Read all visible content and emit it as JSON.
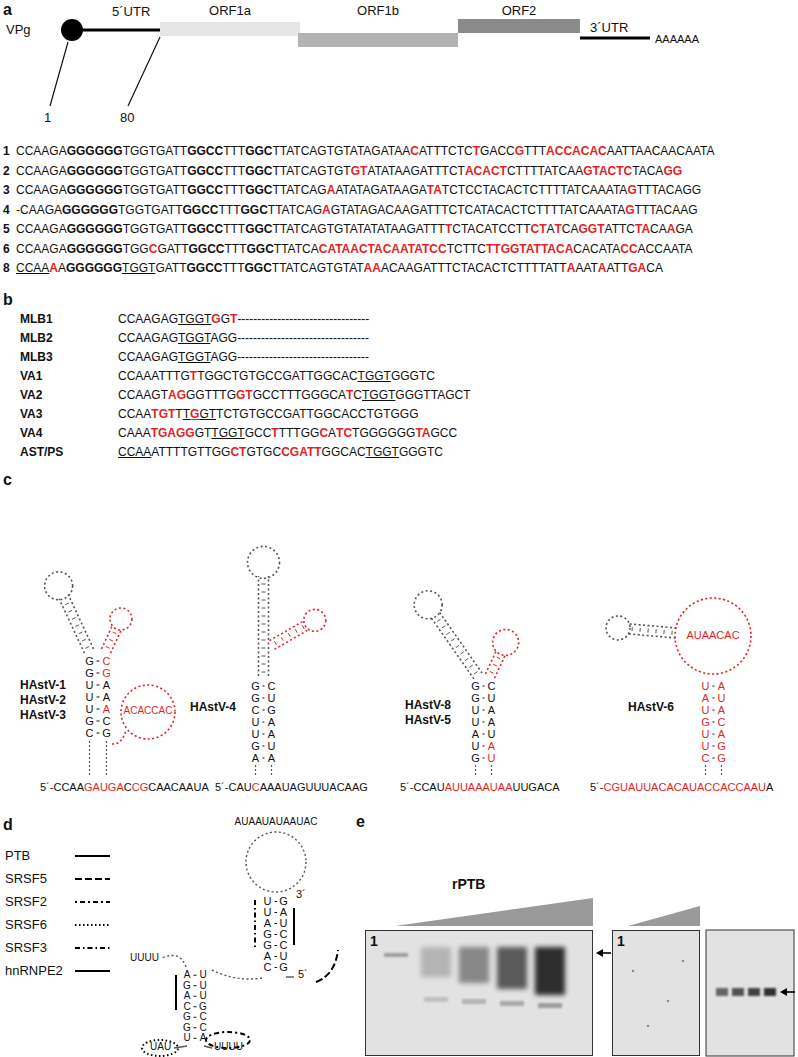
{
  "diagram": {
    "nodes": [
      {
        "text": [
          "ORF1a"
        ]
      },
      {
        "text": [
          "ORF1b"
        ]
      },
      {
        "text": [
          "ORF2"
        ]
      },
      {
        "text": [
          "1"
        ]
      },
      {
        "text": [
          "1"
        ]
      }
    ],
    "labels": [
      "a",
      "VPg",
      "5´UTR",
      "3´UTR",
      "AAAAAA",
      "1",
      "80",
      "1",
      "CCAAGAGGGGGGTGGTGATTGGCCTTTGGCTTATCAGTGTATAGATAACATTTCTCTGACCGTTTACCACACAATTAACAACAATA",
      "2",
      "CCAAGAGGGGGGTGGTGATTGGCCTTTGGCTTATCAGTGTGTATATAAGATTTCTACACTCTTTTATCAAGTACTCTACAGG",
      "3",
      "CCAAGAGGGGGGTGGTGATTGGCCTTTGGCTTATCAGAATATAGATAAGATATCTCCTACACTCTTTTATCAAATAGTTTACAGG",
      "4",
      "-CAAGAGGGGGGTGGTGATTGGCCTTTGGCTTATCAGAGTATAGACAAGATTTCTCATACACTCTTTTATCAAATAGTTTACAAG",
      "5",
      "CCAAGAGGGGGGTGGTGATTGGCCTTTGGCTTATCAGTGTATATATAAGATTTTCTACATCCTTCTATCAGGTATTCTACAAGA",
      "6",
      "CCAAGAGGGGGGTGGCGATTGGCCTTTGGCTTATCACATAACTACAATATCCTCTTCTTGGTATTACACACATACCACCAATA",
      "8",
      "CCAAAAGGGGGGTGGTGATTGGCCTTTGGCTTATCAGTGTATAAACAAGATTTCTACACTCTTTTATTAAATAATTGACA",
      "b",
      "MLB1",
      "CCAAGAGTGGTGGT---------------------------------",
      "MLB2",
      "CCAAGAGTGGTAGG---------------------------------",
      "MLB3",
      "CCAAGAGTGGTAGG---------------------------------",
      "VA1",
      "CCAAATTTGTTGGCTGTGCCGATTGGCACTGGTGGGTC",
      "VA2",
      "CCAAGTAGGGTTTGGTGCCTTTGGGCATCTGGTGGGTTAGCT",
      "VA3",
      "CCAATGTTTGGTTCTGTGCCGATTGGCACCTGTGGG",
      "VA4",
      "CAAATGAGGGTTGGTGCCTTTTGGCATCTGGGGGGTAGCC",
      "AST/PS",
      "CCAAATTTTGTTGGCTGTGCCGATTGGCACTGGTGGGTC",
      "c",
      "HAstV-1",
      "HAstV-2",
      "HAstV-3",
      "HAstV-4",
      "HAstV-8",
      "HAstV-5",
      "HAstV-6",
      "5´-CCAAGAUGACCGCAACAAUA",
      "5´-CAUCAAAUAGUUUACAAG",
      "5´-CCAUAUUAAAUAAUUGACA",
      "5´-CGUAUUACACAUACCACCAAUA",
      "GGUUUGC",
      "CGAAACG",
      "GGCUUGA",
      "CUGAAUA",
      "GGUUAUG",
      "CUAAUAU",
      "UAUGUUC",
      "AUACAGG",
      "ACACCAC",
      "AUAACAC",
      "d",
      "AUAAUAUAAUAC",
      "UUAGGAC",
      "GAUCCUG",
      "AGACGGU",
      "UUUGCCA",
      "UUUU",
      "UAU",
      "UUUU",
      "5´",
      "3´",
      "e",
      "rPTB"
    ],
    "legend": [
      {
        "text": "PTB"
      },
      {
        "text": "SRSF5"
      },
      {
        "text": "SRSF2"
      },
      {
        "text": "SRSF6"
      },
      {
        "text": "SRSF3"
      },
      {
        "text": "hnRNPE2"
      }
    ]
  }
}
